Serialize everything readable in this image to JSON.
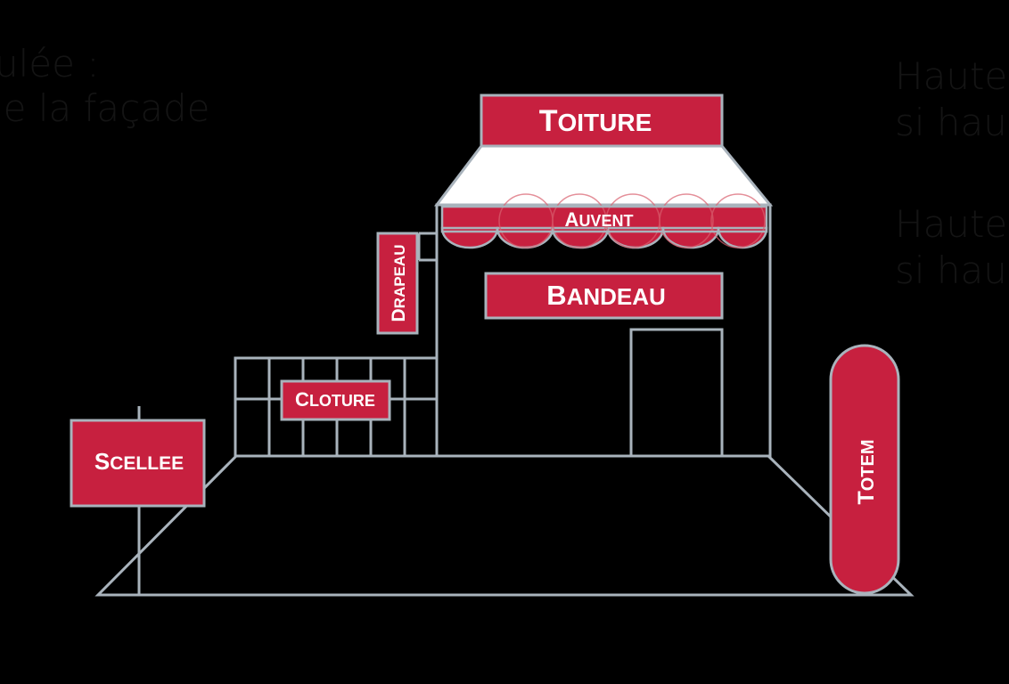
{
  "colors": {
    "background": "#000000",
    "outline": "#a9b3bc",
    "sign_fill": "#c7203f",
    "label_text": "#ffffff",
    "awning_top": "#ffffff",
    "faded_text": "#141414"
  },
  "faded_text": {
    "left_line_1": "ulée :",
    "left_line_2": "le la façade",
    "right_line_1": "Hauteu",
    "right_line_2": "si haut",
    "right_line_3": "Hauteu",
    "right_line_4": "si haut"
  },
  "signs": {
    "toiture": {
      "first": "T",
      "rest": "oiture"
    },
    "auvent": {
      "first": "A",
      "rest": "uvent"
    },
    "bandeau": {
      "first": "B",
      "rest": "andeau"
    },
    "drapeau": {
      "first": "D",
      "rest": "rapeau"
    },
    "cloture": {
      "first": "C",
      "rest": "loture"
    },
    "scellee": {
      "first": "S",
      "rest": "cellee"
    },
    "totem": {
      "first": "T",
      "rest": "otem"
    }
  }
}
